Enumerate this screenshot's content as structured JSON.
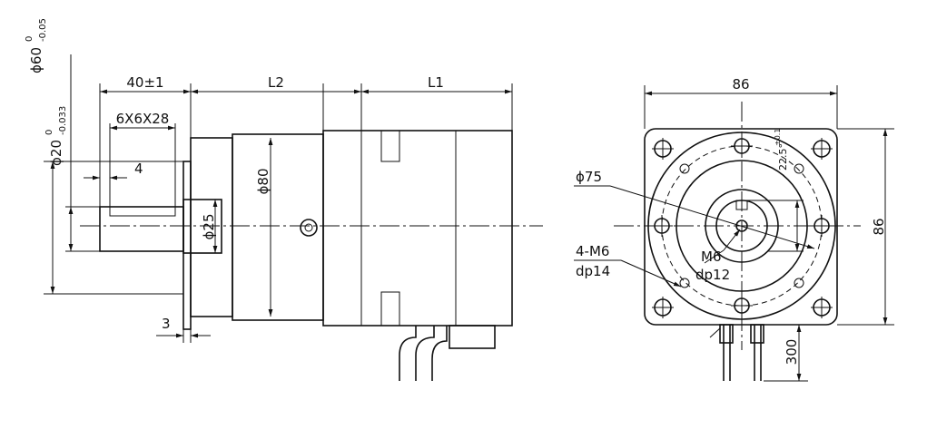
{
  "side_view": {
    "dims": {
      "len_40": "40±1",
      "l2": "L2",
      "l1": "L1",
      "key": "6X6X28",
      "four": "4",
      "three": "3",
      "d80": "ϕ80",
      "d25": "ϕ25"
    },
    "shaft_tol": {
      "base": "ϕ20",
      "upper": "0",
      "lower": "-0.033"
    },
    "pilot_tol": {
      "base": "ϕ60",
      "upper": "0",
      "lower": "-0.05"
    }
  },
  "front_view": {
    "dims": {
      "width": "86",
      "height": "86",
      "d75": "ϕ75",
      "holes_a": "4-M6",
      "holes_b": "dp14",
      "tap_a": "M6",
      "tap_b": "dp12",
      "angle": "22.5°",
      "angle_tol": "±0.1",
      "lead": "300"
    }
  }
}
